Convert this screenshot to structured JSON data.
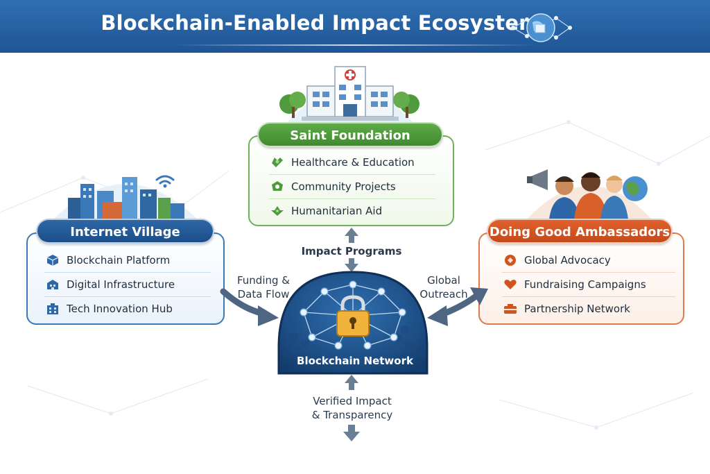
{
  "header": {
    "title": "Blockchain-Enabled Impact Ecosystem",
    "bg_color": "#1f5597"
  },
  "saint_foundation": {
    "title": "Saint Foundation",
    "color": "#4f9a3c",
    "items": [
      {
        "icon": "hands-heart-icon",
        "label": "Healthcare & Education"
      },
      {
        "icon": "community-circle-icon",
        "label": "Community Projects"
      },
      {
        "icon": "aid-hands-icon",
        "label": "Humanitarian Aid"
      }
    ]
  },
  "internet_village": {
    "title": "Internet Village",
    "color": "#1f5597",
    "items": [
      {
        "icon": "cube-icon",
        "label": "Blockchain Platform"
      },
      {
        "icon": "building-network-icon",
        "label": "Digital Infrastructure"
      },
      {
        "icon": "innovation-hub-icon",
        "label": "Tech Innovation Hub"
      }
    ]
  },
  "ambassadors": {
    "title": "Doing Good Ambassadors",
    "color": "#d1541f",
    "items": [
      {
        "icon": "advocacy-icon",
        "label": "Global Advocacy"
      },
      {
        "icon": "heart-hand-icon",
        "label": "Fundraising Campaigns"
      },
      {
        "icon": "partnership-icon",
        "label": "Partnership Network"
      }
    ]
  },
  "network": {
    "title": "Blockchain Network",
    "icon": "padlock-icon"
  },
  "flows": {
    "impact_programs": "Impact Programs",
    "funding_line1": "Funding &",
    "funding_line2": "Data Flow",
    "outreach_line1": "Global",
    "outreach_line2": "Outreach",
    "verified_line1": "Verified Impact",
    "verified_line2": "& Transparency"
  }
}
